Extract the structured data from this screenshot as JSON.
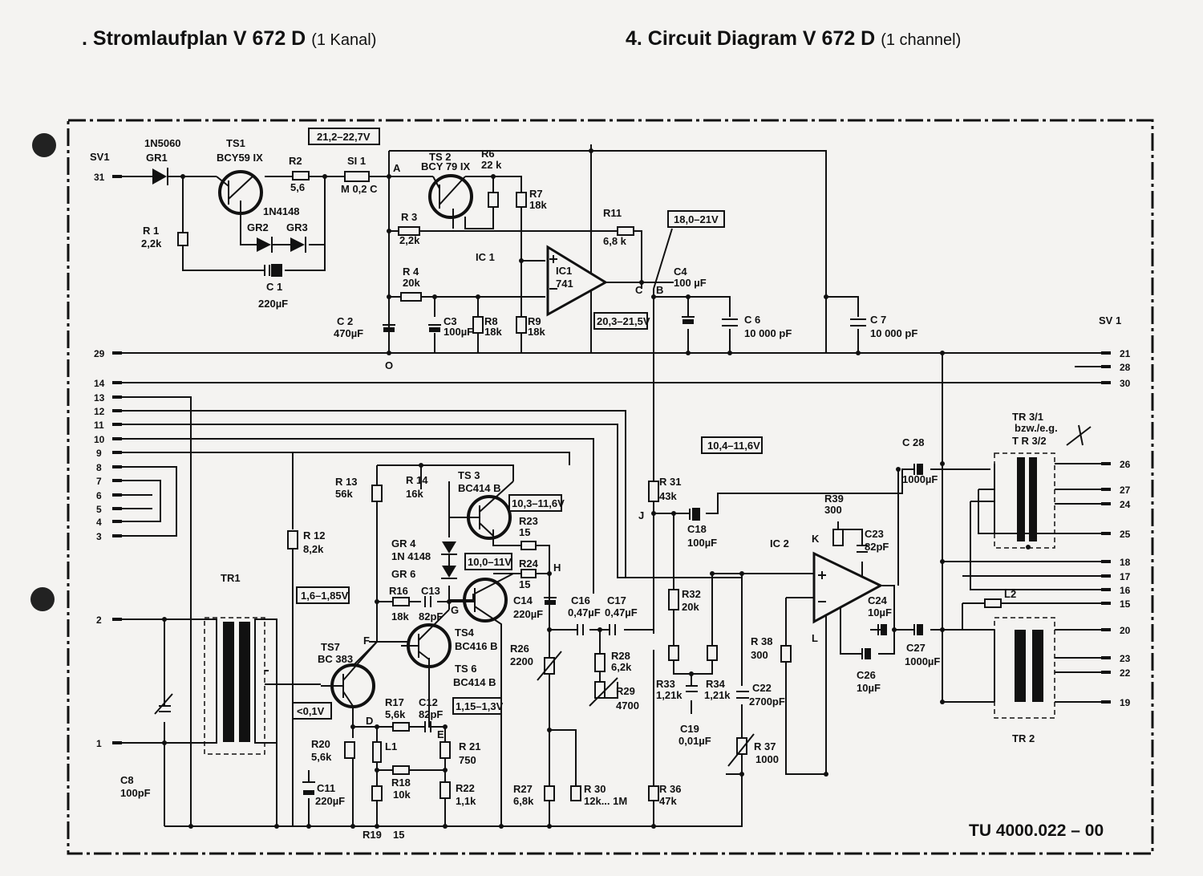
{
  "header": {
    "title_de": ". Stromlaufplan V 672 D",
    "title_de_suffix": "(1 Kanal)",
    "title_en": "4. Circuit Diagram V 672 D",
    "title_en_suffix": "(1 channel)"
  },
  "document_number": "TU 4000.022 – 00",
  "connectors": {
    "left": "SV1",
    "right": "SV 1"
  },
  "left_pins": [
    "31",
    "29",
    "14",
    "13",
    "12",
    "11",
    "10",
    "9",
    "8",
    "7",
    "6",
    "5",
    "4",
    "3",
    "2",
    "1"
  ],
  "right_pins": [
    "21",
    "28",
    "30",
    "26",
    "27",
    "24",
    "25",
    "18",
    "17",
    "16",
    "15",
    "20",
    "23",
    "22",
    "19"
  ],
  "voltages": [
    "21,2–22,7V",
    "18,0–21V",
    "20,3–21,5V",
    "10,4–11,6V",
    "10,3–11,6V",
    "10,0–11V",
    "1,6–1,85V",
    "<0,1V",
    "1,15–1,3V"
  ],
  "components": {
    "GR1": [
      "1N5060",
      "GR1"
    ],
    "TS1": [
      "TS1",
      "BCY59 IX"
    ],
    "R2": [
      "R2",
      "5,6"
    ],
    "SI1": [
      "SI 1",
      "M 0,2 C"
    ],
    "R1": [
      "R 1",
      "2,2k"
    ],
    "GR23": [
      "1N4148",
      "GR2",
      "GR3"
    ],
    "C1": [
      "C 1",
      "220µF"
    ],
    "TS2": [
      "TS 2",
      "BCY 79 IX"
    ],
    "R6": [
      "R6",
      "22 k"
    ],
    "R7": [
      "R7",
      "18k"
    ],
    "R3": [
      "R 3",
      "2,2k"
    ],
    "R11": [
      "R11",
      "6,8 k"
    ],
    "IC1": [
      "IC 1",
      "IC1",
      "741"
    ],
    "R4": [
      "R 4",
      "20k"
    ],
    "C2": [
      "C 2",
      "470µF"
    ],
    "C3": [
      "C3",
      "100µF"
    ],
    "R8": [
      "R8",
      "18k"
    ],
    "R9": [
      "R9",
      "18k"
    ],
    "C4": [
      "C4",
      "100 µF"
    ],
    "C6": [
      "C 6",
      "10 000 pF"
    ],
    "C7": [
      "C 7",
      "10 000 pF"
    ],
    "R13": [
      "R 13",
      "56k"
    ],
    "R14": [
      "R 14",
      "16k"
    ],
    "TS3": [
      "TS 3",
      "BC414 B"
    ],
    "R23": [
      "R23",
      "15"
    ],
    "GR4": [
      "GR 4",
      "1N 4148",
      "GR 6"
    ],
    "R24": [
      "R24",
      "15"
    ],
    "R16": [
      "R16",
      "18k"
    ],
    "C13": [
      "C13",
      "82pF"
    ],
    "TS4": [
      "TS4",
      "BC416 B"
    ],
    "C14": [
      "C14",
      "220µF"
    ],
    "TS6": [
      "TS 6",
      "BC414 B"
    ],
    "R12": [
      "R 12",
      "8,2k"
    ],
    "TR1": [
      "TR1"
    ],
    "TS7": [
      "TS7",
      "BC 383"
    ],
    "R17": [
      "R17",
      "5,6k"
    ],
    "C12": [
      "C12",
      "82pF"
    ],
    "R20": [
      "R20",
      "5,6k"
    ],
    "C11": [
      "C11",
      "220µF"
    ],
    "L1": [
      "L1"
    ],
    "R18": [
      "R18",
      "10k"
    ],
    "R21": [
      "R 21",
      "750"
    ],
    "R22": [
      "R22",
      "1,1k"
    ],
    "R19": [
      "R19",
      "15"
    ],
    "C8": [
      "C8",
      "100pF"
    ],
    "R26": [
      "R26",
      "2200"
    ],
    "C16": [
      "C16",
      "0,47µF"
    ],
    "C17": [
      "C17",
      "0,47µF"
    ],
    "R28": [
      "R28",
      "6,2k"
    ],
    "R29": [
      "R29",
      "4700"
    ],
    "R27": [
      "R27",
      "6,8k"
    ],
    "R30": [
      "R 30",
      "12k... 1M"
    ],
    "R36": [
      "R 36",
      "47k"
    ],
    "R31": [
      "R 31",
      "43k"
    ],
    "C18": [
      "C18",
      "100µF"
    ],
    "R32": [
      "R32",
      "20k"
    ],
    "R33": [
      "R33",
      "1,21k"
    ],
    "R34": [
      "R34",
      "1,21k"
    ],
    "C19": [
      "C19",
      "0,01µF"
    ],
    "C22": [
      "C22",
      "2700pF"
    ],
    "R37": [
      "R 37",
      "1000"
    ],
    "R38": [
      "R 38",
      "300"
    ],
    "IC2": [
      "IC 2"
    ],
    "R39": [
      "R39",
      "300"
    ],
    "C23": [
      "C23",
      "82pF"
    ],
    "C24": [
      "C24",
      "10µF"
    ],
    "C26": [
      "C26",
      "10µF"
    ],
    "C27": [
      "C27",
      "1000µF"
    ],
    "C28": [
      "C 28",
      "1000µF"
    ],
    "TR3": [
      "TR 3/1",
      "bzw./e.g.",
      "T R 3/2"
    ],
    "L2": [
      "L2"
    ],
    "TR2": [
      "TR 2"
    ]
  },
  "nodes": [
    "A",
    "B",
    "C",
    "O",
    "J",
    "K",
    "L",
    "F",
    "G",
    "H",
    "D",
    "E"
  ]
}
